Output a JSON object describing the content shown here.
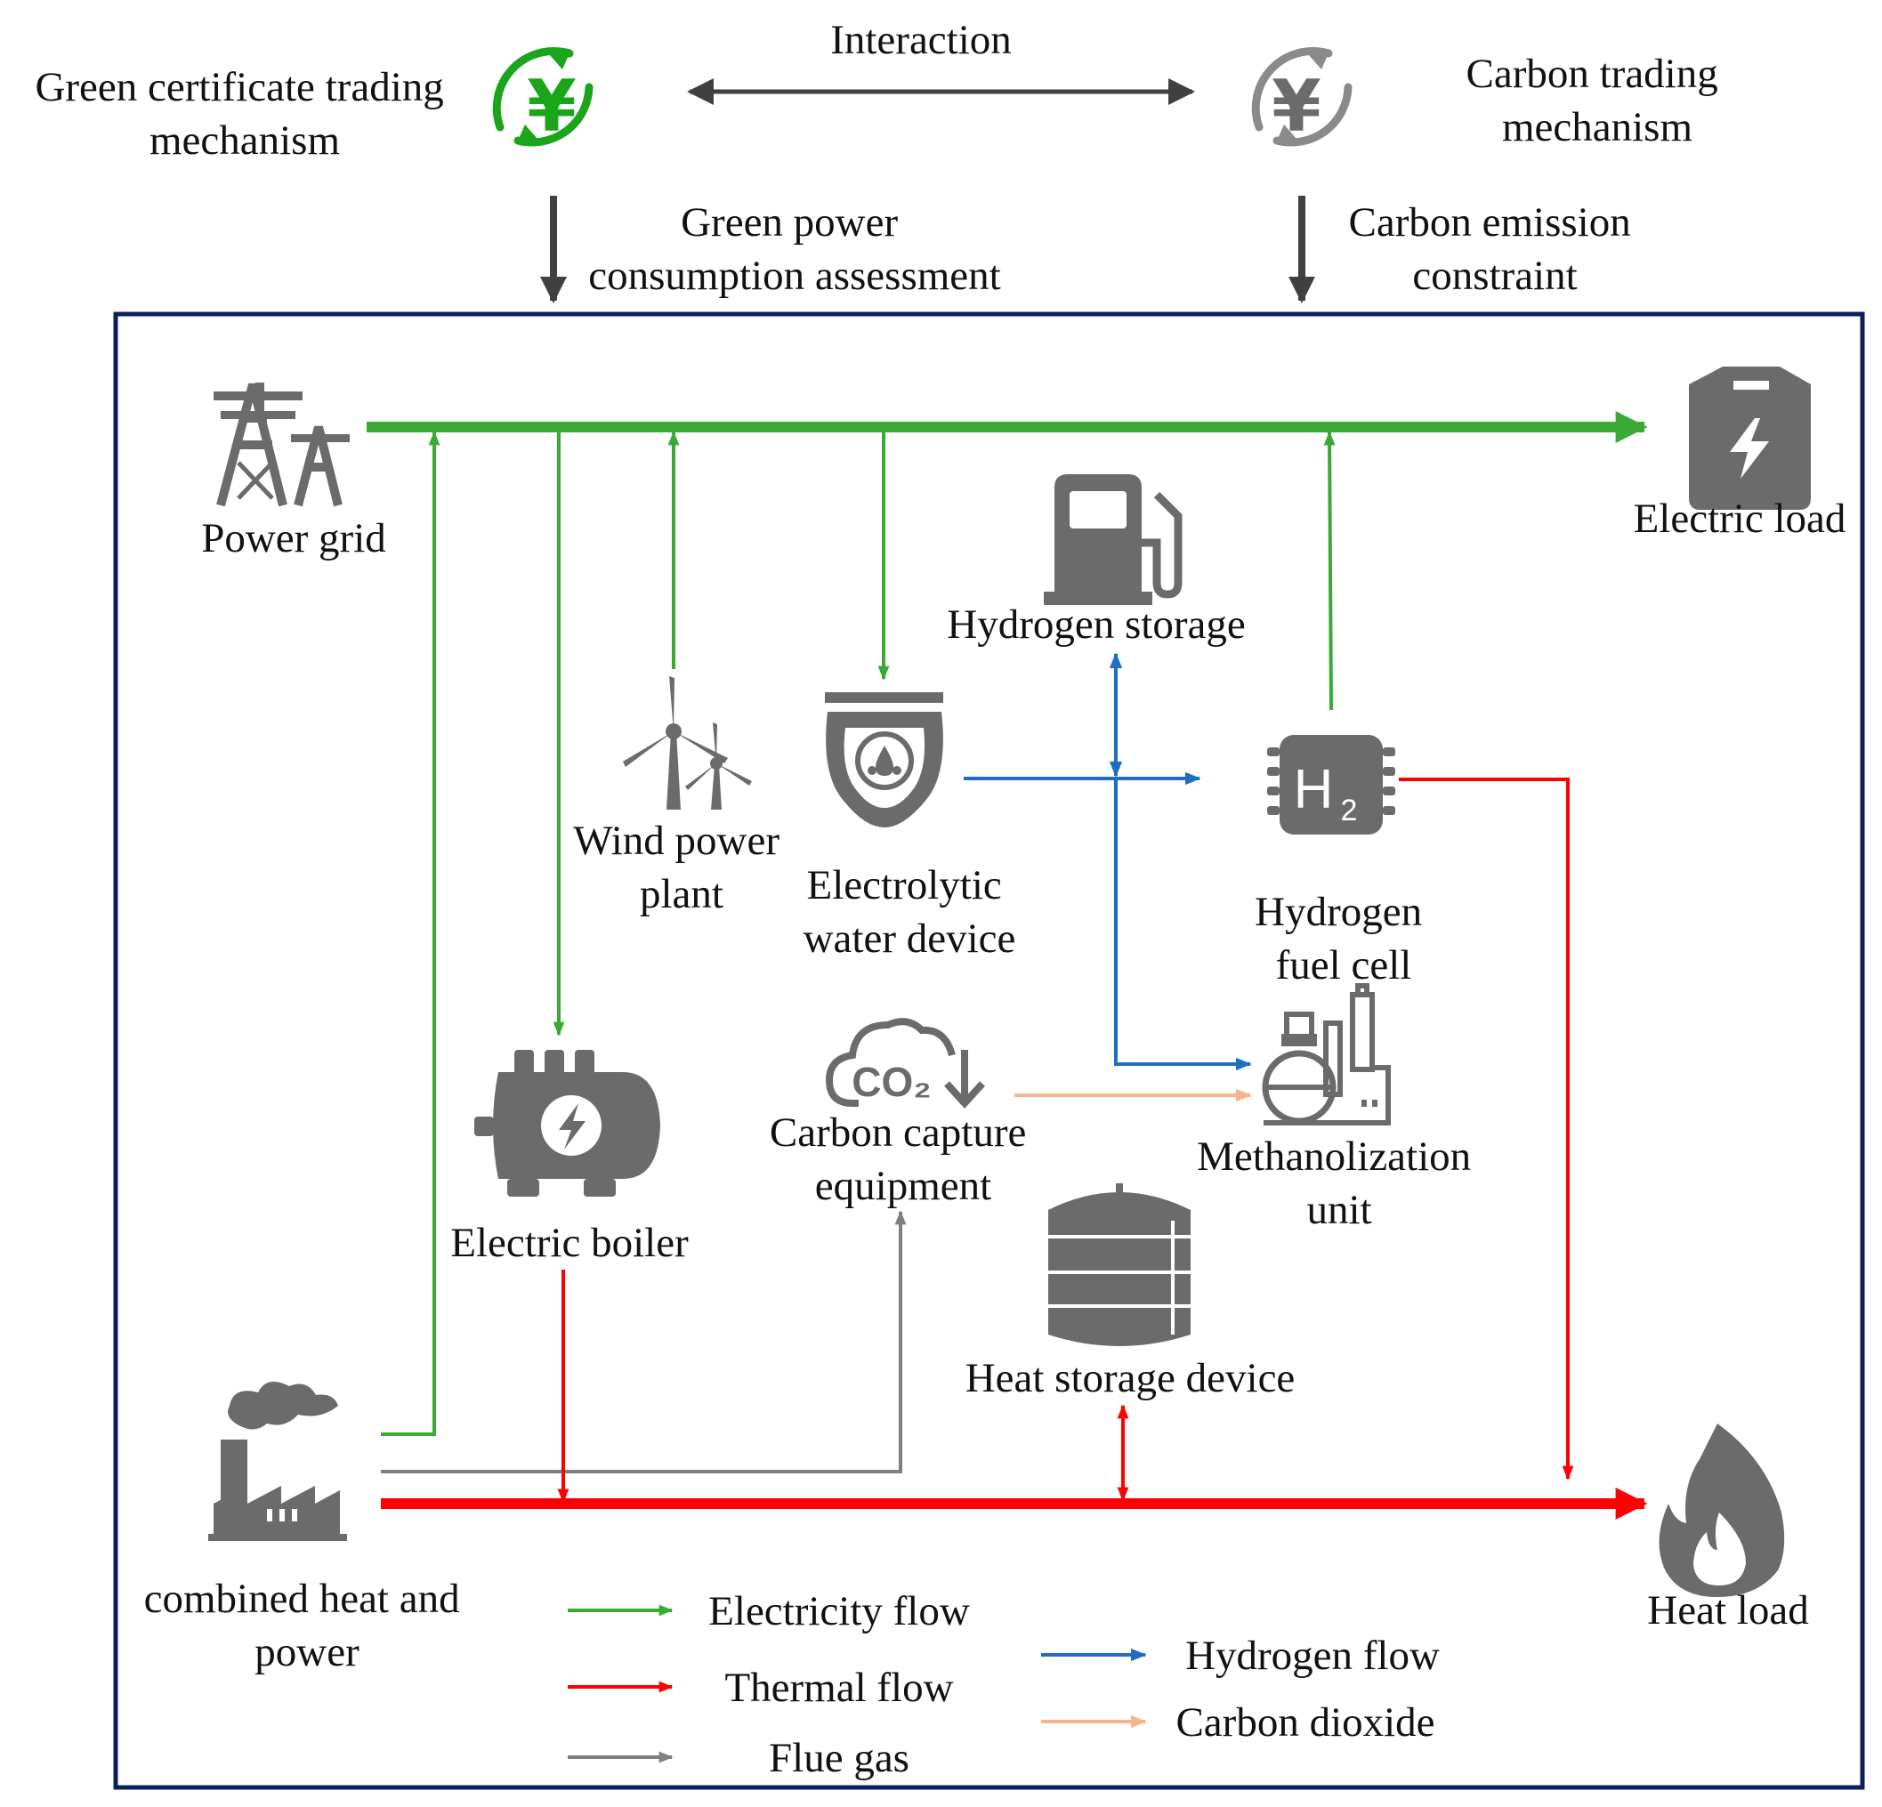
{
  "top": {
    "green_mechanism": [
      "Green certificate trading",
      "mechanism"
    ],
    "carbon_mechanism": [
      "Carbon trading",
      "mechanism"
    ],
    "interaction": "Interaction",
    "green_assessment": [
      "Green power",
      "consumption assessment"
    ],
    "carbon_constraint": [
      "Carbon emission",
      "constraint"
    ],
    "yuan_symbol": "¥"
  },
  "nodes": {
    "power_grid": [
      "Power grid"
    ],
    "electric_load": [
      "Electric load"
    ],
    "hydrogen_storage": [
      "Hydrogen storage"
    ],
    "wind_power_plant": [
      "Wind power",
      "plant"
    ],
    "electrolytic_water_device": [
      "Electrolytic",
      "water device"
    ],
    "hydrogen_fuel_cell": [
      "Hydrogen",
      "fuel cell"
    ],
    "carbon_capture_equipment": [
      "Carbon capture",
      "equipment"
    ],
    "methanolization_unit": [
      "Methanolization",
      "unit"
    ],
    "electric_boiler": [
      "Electric boiler"
    ],
    "heat_storage_device": [
      "Heat storage device"
    ],
    "chp": [
      "combined heat and",
      "power"
    ],
    "heat_load": [
      "Heat load"
    ]
  },
  "icon_text": {
    "h2_main": "H",
    "h2_sub": "2",
    "co2": "CO₂"
  },
  "legend": {
    "electricity": "Electricity flow",
    "thermal": "Thermal flow",
    "flue_gas": "Flue gas",
    "hydrogen": "Hydrogen flow",
    "carbon_dioxide": "Carbon dioxide"
  },
  "colors": {
    "electricity": "#3aaa35",
    "thermal": "#ff0000",
    "flue_gas": "#7f7f7f",
    "hydrogen": "#1f6fc0",
    "carbon_dioxide": "#f7b48a",
    "green_icon": "#1aa51a",
    "frame": "#0d1f5a",
    "icon": "#6b6b6b"
  },
  "icons": {
    "power_grid": "transmission-tower-icon",
    "electric_load": "battery-bolt-icon",
    "hydrogen_storage": "fuel-pump-icon",
    "wind_power_plant": "wind-turbine-icon",
    "electrolytic_water_device": "electrolyzer-icon",
    "hydrogen_fuel_cell": "h2-chip-icon",
    "carbon_capture_equipment": "co2-cloud-icon",
    "methanolization_unit": "chemical-plant-icon",
    "electric_boiler": "boiler-icon",
    "heat_storage_device": "storage-tank-icon",
    "chp": "factory-icon",
    "heat_load": "flame-icon"
  }
}
